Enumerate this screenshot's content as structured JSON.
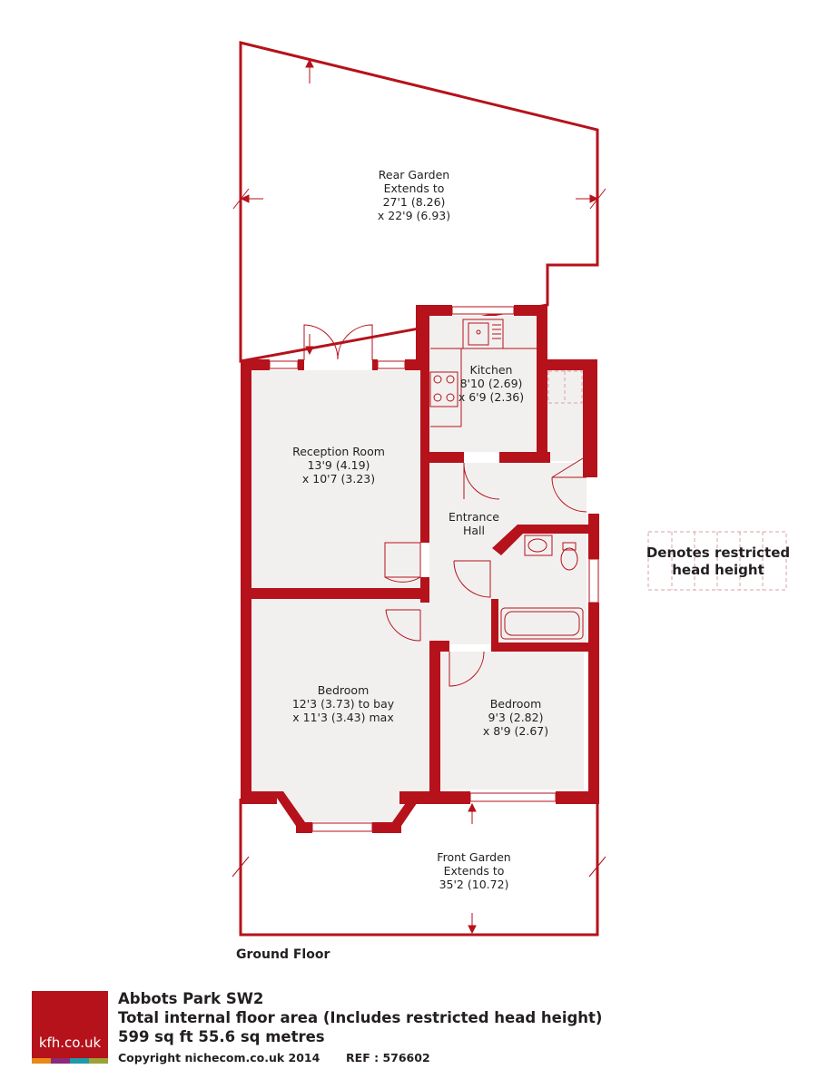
{
  "rooms": {
    "rear_garden": [
      "Rear Garden",
      "Extends to",
      "27'1 (8.26)",
      "x 22'9 (6.93)"
    ],
    "kitchen": [
      "Kitchen",
      "8'10 (2.69)",
      "x 6'9 (2.36)"
    ],
    "reception": [
      "Reception Room",
      "13'9 (4.19)",
      "x 10'7 (3.23)"
    ],
    "hall": [
      "Entrance",
      "Hall"
    ],
    "bedroom1": [
      "Bedroom",
      "12'3 (3.73) to bay",
      "x 11'3 (3.43) max"
    ],
    "bedroom2": [
      "Bedroom",
      "9'3 (2.82)",
      "x 8'9 (2.67)"
    ],
    "front_garden": [
      "Front Garden",
      "Extends to",
      "35'2 (10.72)"
    ]
  },
  "legend": {
    "line1": "Denotes restricted",
    "line2": "head height"
  },
  "floor_name": "Ground Floor",
  "footer": {
    "address": "Abbots Park SW2",
    "area_label": "Total internal floor area (Includes restricted head height)",
    "area_value": "599 sq ft 55.6 sq metres",
    "copyright": "Copyright nichecom.co.uk 2014",
    "ref": "REF : 576602"
  },
  "logo": {
    "text": "kfh.co.uk"
  },
  "colors": {
    "wall": "#b5121b",
    "floor": "#f2f0ef",
    "logo_stripes": [
      "#e8891a",
      "#8a2a7a",
      "#1e9aa8",
      "#9aa336"
    ]
  }
}
